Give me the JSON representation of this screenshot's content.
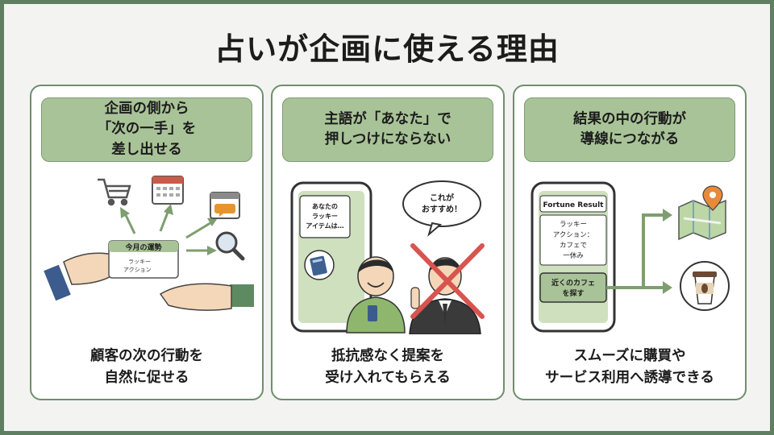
{
  "title": "占いが企画に使える理由",
  "cards": [
    {
      "heading": "企画の側から\n「次の一手」を\n差し出せる",
      "card_label": "今月の運勢",
      "card_sub1": "ラッキー",
      "card_sub2": "アクション",
      "footer": "顧客の次の行動を\n自然に促せる"
    },
    {
      "heading": "主語が「あなた」で\n押しつけにならない",
      "bubble_line1": "あなたの",
      "bubble_line2": "ラッキー",
      "bubble_line3": "アイテムは…",
      "speech_line1": "これが",
      "speech_line2": "おすすめ！",
      "footer": "抵抗感なく提案を\n受け入れてもらえる"
    },
    {
      "heading": "結果の中の行動が\n導線につながる",
      "phone_header": "Fortune Result",
      "result_line1": "ラッキー",
      "result_line2": "アクション：",
      "result_line3": "カフェで",
      "result_line4": "一休み",
      "cta_line1": "近くのカフェ",
      "cta_line2": "を探す",
      "footer": "スムーズに購買や\nサービス利用へ誘導できる"
    }
  ],
  "colors": {
    "frame": "#5e7f62",
    "header_fill": "#a9c398",
    "card_border": "#6f8f6b",
    "accent_red": "#d9534f",
    "arrow_green": "#7e9e70"
  },
  "icons": [
    "cart-icon",
    "calendar-icon",
    "chat-calendar-icon",
    "magnifier-icon",
    "book-icon",
    "map-pin-icon",
    "coffee-cup-icon"
  ]
}
